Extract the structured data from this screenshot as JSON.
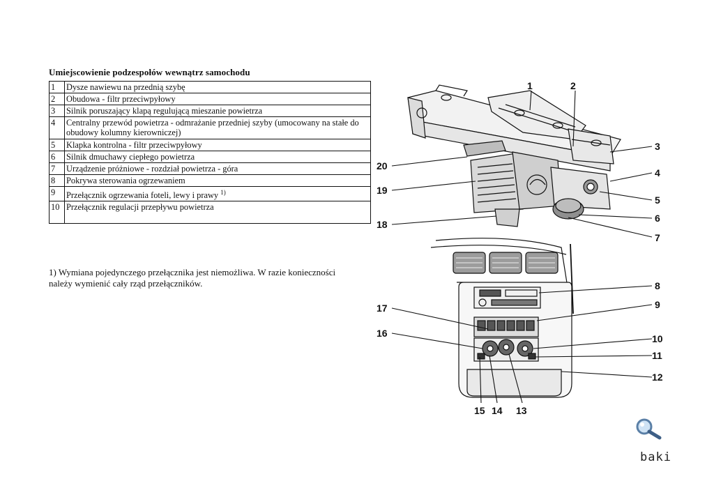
{
  "heading": "Umiejscowienie podzespołów wewnątrz samochodu",
  "parts": [
    {
      "num": "1",
      "text": "Dysze nawiewu na przednią szybę"
    },
    {
      "num": "2",
      "text": "Obudowa - filtr przeciwpyłowy"
    },
    {
      "num": "3",
      "text": "Silnik poruszający klapą regulującą mieszanie powietrza"
    },
    {
      "num": "4",
      "text": "Centralny przewód powietrza - odmrażanie przedniej szyby (umocowany na stałe do obudowy kolumny kierowniczej)"
    },
    {
      "num": "5",
      "text": "Klapka kontrolna - filtr przeciwpyłowy"
    },
    {
      "num": "6",
      "text": "Silnik dmuchawy ciepłego powietrza"
    },
    {
      "num": "7",
      "text": "Urządzenie próżniowe - rozdział powietrza - góra"
    },
    {
      "num": "8",
      "text": "Pokrywa sterowania ogrzewaniem"
    },
    {
      "num": "9",
      "text": "Przełącznik ogrzewania foteli, lewy i prawy",
      "sup": "1)"
    },
    {
      "num": "10",
      "text": "Przełącznik regulacji przepływu powietrza"
    }
  ],
  "footnote": "1)  Wymiana pojedynczego przełącznika jest niemożliwa. W razie konieczności należy wymienić cały rząd przełączników.",
  "callouts": [
    "1",
    "2",
    "3",
    "4",
    "5",
    "6",
    "7",
    "8",
    "9",
    "10",
    "11",
    "12",
    "13",
    "14",
    "15",
    "16",
    "17",
    "18",
    "19",
    "20"
  ],
  "watermark": "baki",
  "icons": {
    "watermark_icon": "magnifier-icon"
  }
}
